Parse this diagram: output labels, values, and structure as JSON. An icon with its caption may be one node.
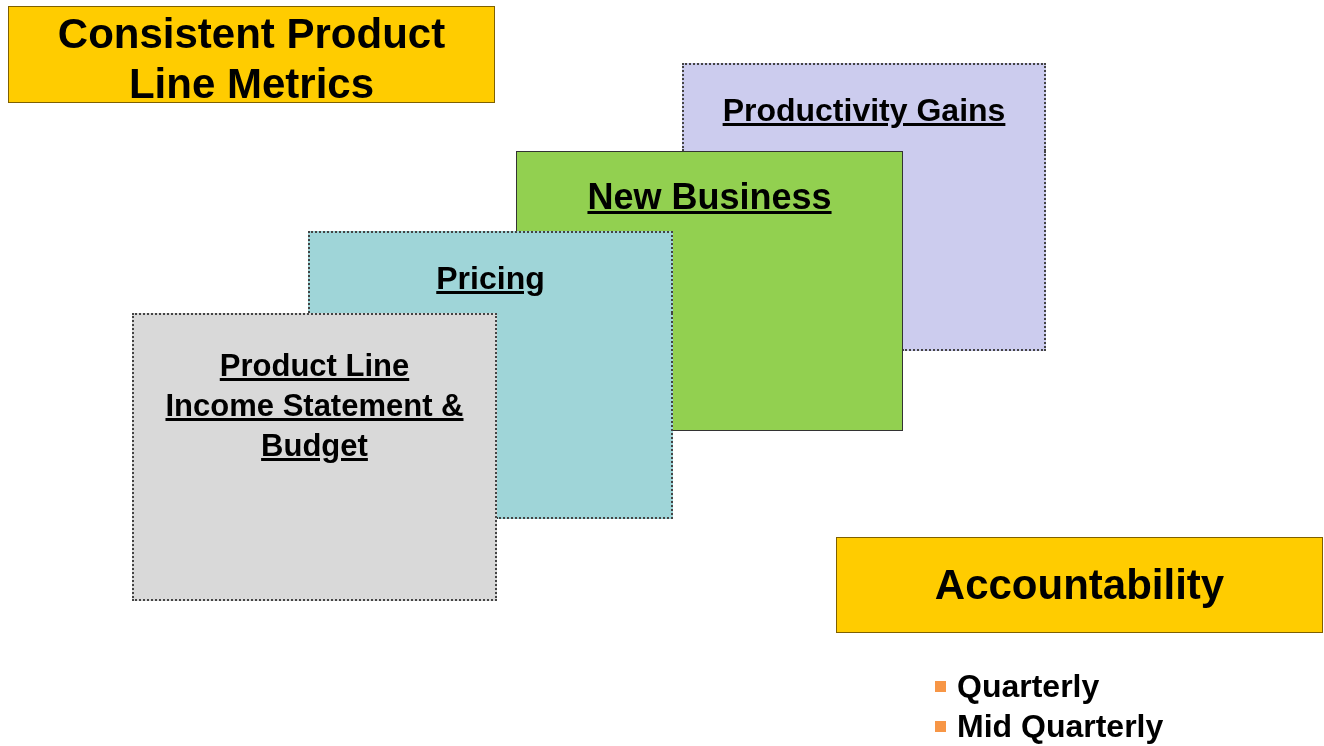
{
  "diagram": {
    "nodes": [
      {
        "text": [
          "Consistent Product Line Metrics"
        ]
      },
      {
        "text": [
          "Productivity Gains"
        ]
      },
      {
        "text": [
          "New Business"
        ]
      },
      {
        "text": [
          "Pricing"
        ]
      },
      {
        "text": [
          "Product Line Income Statement & Budget"
        ]
      },
      {
        "text": [
          "Accountability"
        ]
      }
    ],
    "labels": [
      "Quarterly",
      "Mid Quarterly"
    ]
  }
}
